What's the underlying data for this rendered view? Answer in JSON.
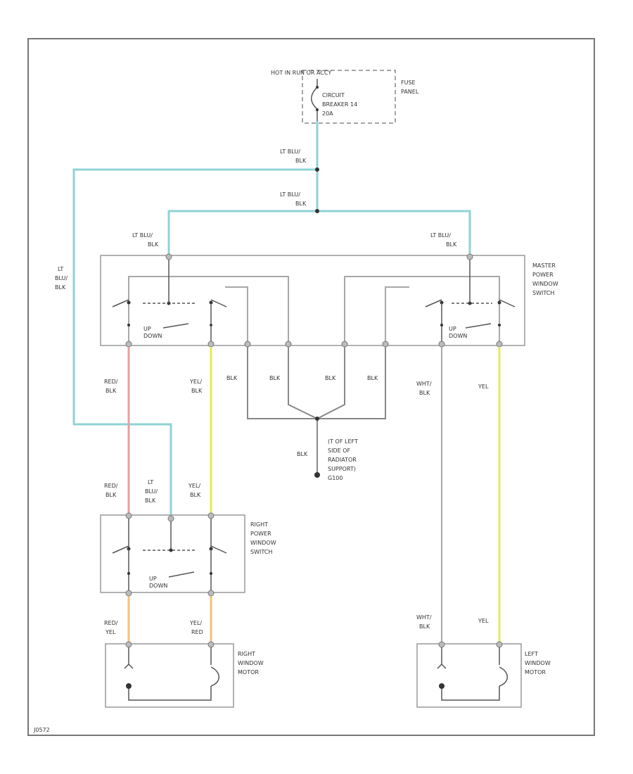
{
  "fuse_panel": {
    "hot_label": "HOT IN RUN OR ACCY",
    "breaker_label": [
      "CIRCUIT",
      "BREAKER 14",
      "20A"
    ],
    "panel_label": [
      "FUSE",
      "PANEL"
    ]
  },
  "wire_labels": {
    "lt_blu_blk": [
      "LT BLU/",
      "BLK"
    ],
    "lt_blu_blk_vertical": [
      "LT",
      "BLU/",
      "BLK"
    ],
    "red_blk": [
      "RED/",
      "BLK"
    ],
    "yel_blk": [
      "YEL/",
      "BLK"
    ],
    "blk": "BLK",
    "wht_blk": [
      "WHT/",
      "BLK"
    ],
    "yel": "YEL",
    "red_yel": [
      "RED/",
      "YEL"
    ],
    "yel_red": [
      "YEL/",
      "RED"
    ],
    "blk_small": "BLK"
  },
  "ground": {
    "label": [
      "(T OF LEFT",
      "SIDE OF",
      "RADIATOR",
      "SUPPORT)",
      "G100"
    ]
  },
  "components": {
    "master_switch": [
      "MASTER",
      "POWER",
      "WINDOW",
      "SWITCH"
    ],
    "right_switch": [
      "RIGHT",
      "POWER",
      "WINDOW",
      "SWITCH"
    ],
    "right_motor": [
      "RIGHT",
      "WINDOW",
      "MOTOR"
    ],
    "left_motor": [
      "LEFT",
      "WINDOW",
      "MOTOR"
    ],
    "up_down": [
      "UP",
      "DOWN"
    ]
  },
  "footer_code": "J0572",
  "colors": {
    "lt_blu": "#8fd3d5",
    "yel": "#e6e85a",
    "red": "#e6a0a0",
    "orange": "#f2c27a",
    "gray": "#a8a8a8"
  }
}
